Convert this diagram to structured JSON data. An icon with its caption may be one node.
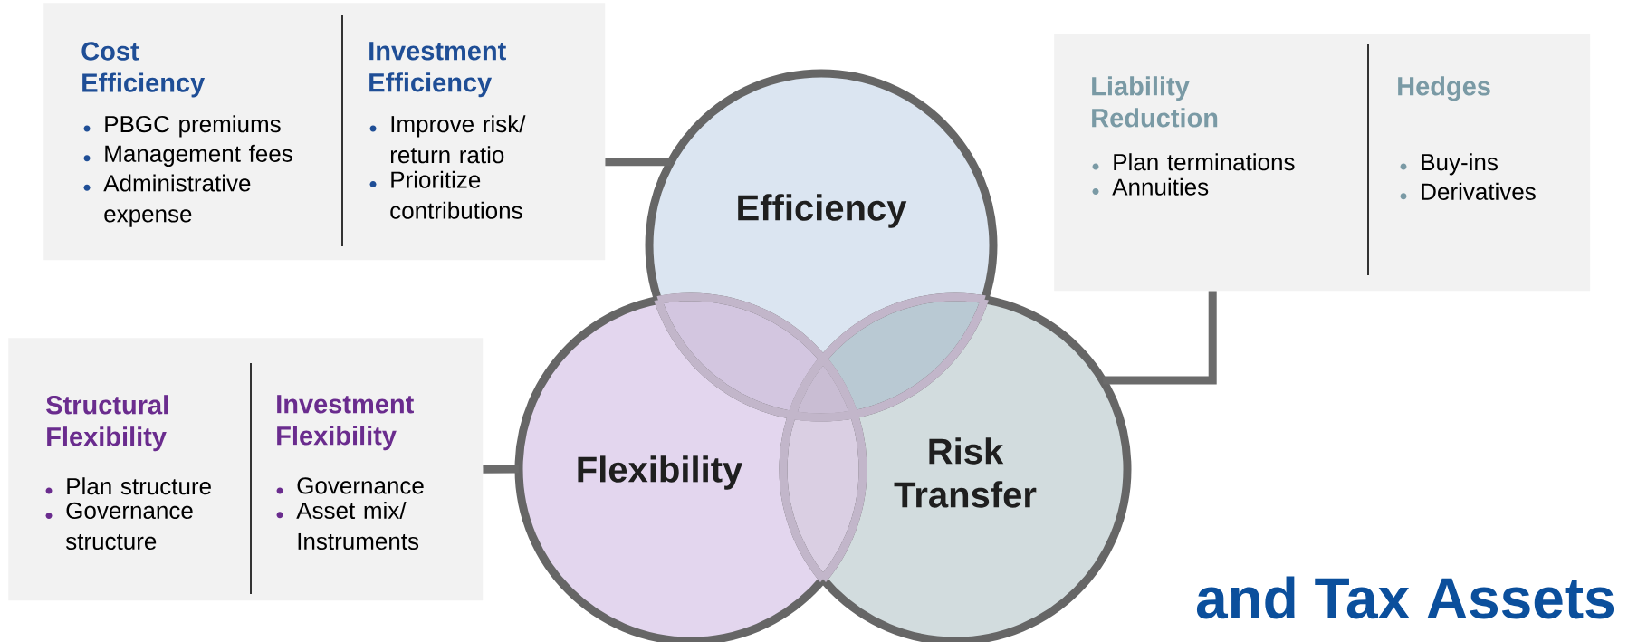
{
  "diagram": {
    "nodes": [
      {
        "text": [
          "Cost Efficiency",
          "PBGC premiums",
          "Management fees",
          "Administrative expense",
          "Investment Efficiency",
          "Improve risk/ return ratio",
          "Prioritize contributions"
        ]
      },
      {
        "text": [
          "Liability Reduction",
          "Plan terminations",
          "Annuities",
          "Hedges",
          "Buy-ins",
          "Derivatives"
        ]
      },
      {
        "text": [
          "Structural Flexibility",
          "Plan structure",
          "Governance structure",
          "Investment Flexibility",
          "Governance",
          "Asset mix/ Instruments"
        ]
      },
      {
        "text": [
          "Efficiency"
        ]
      },
      {
        "text": [
          "Flexibility"
        ]
      },
      {
        "text": [
          "Risk Transfer"
        ]
      }
    ],
    "edges": [
      {
        "from": 0,
        "to": 3,
        "arrow": "none"
      },
      {
        "from": 1,
        "to": 5,
        "arrow": "none"
      },
      {
        "from": 2,
        "to": 4,
        "arrow": "none"
      }
    ],
    "labels": [
      "and Tax Assets"
    ]
  }
}
